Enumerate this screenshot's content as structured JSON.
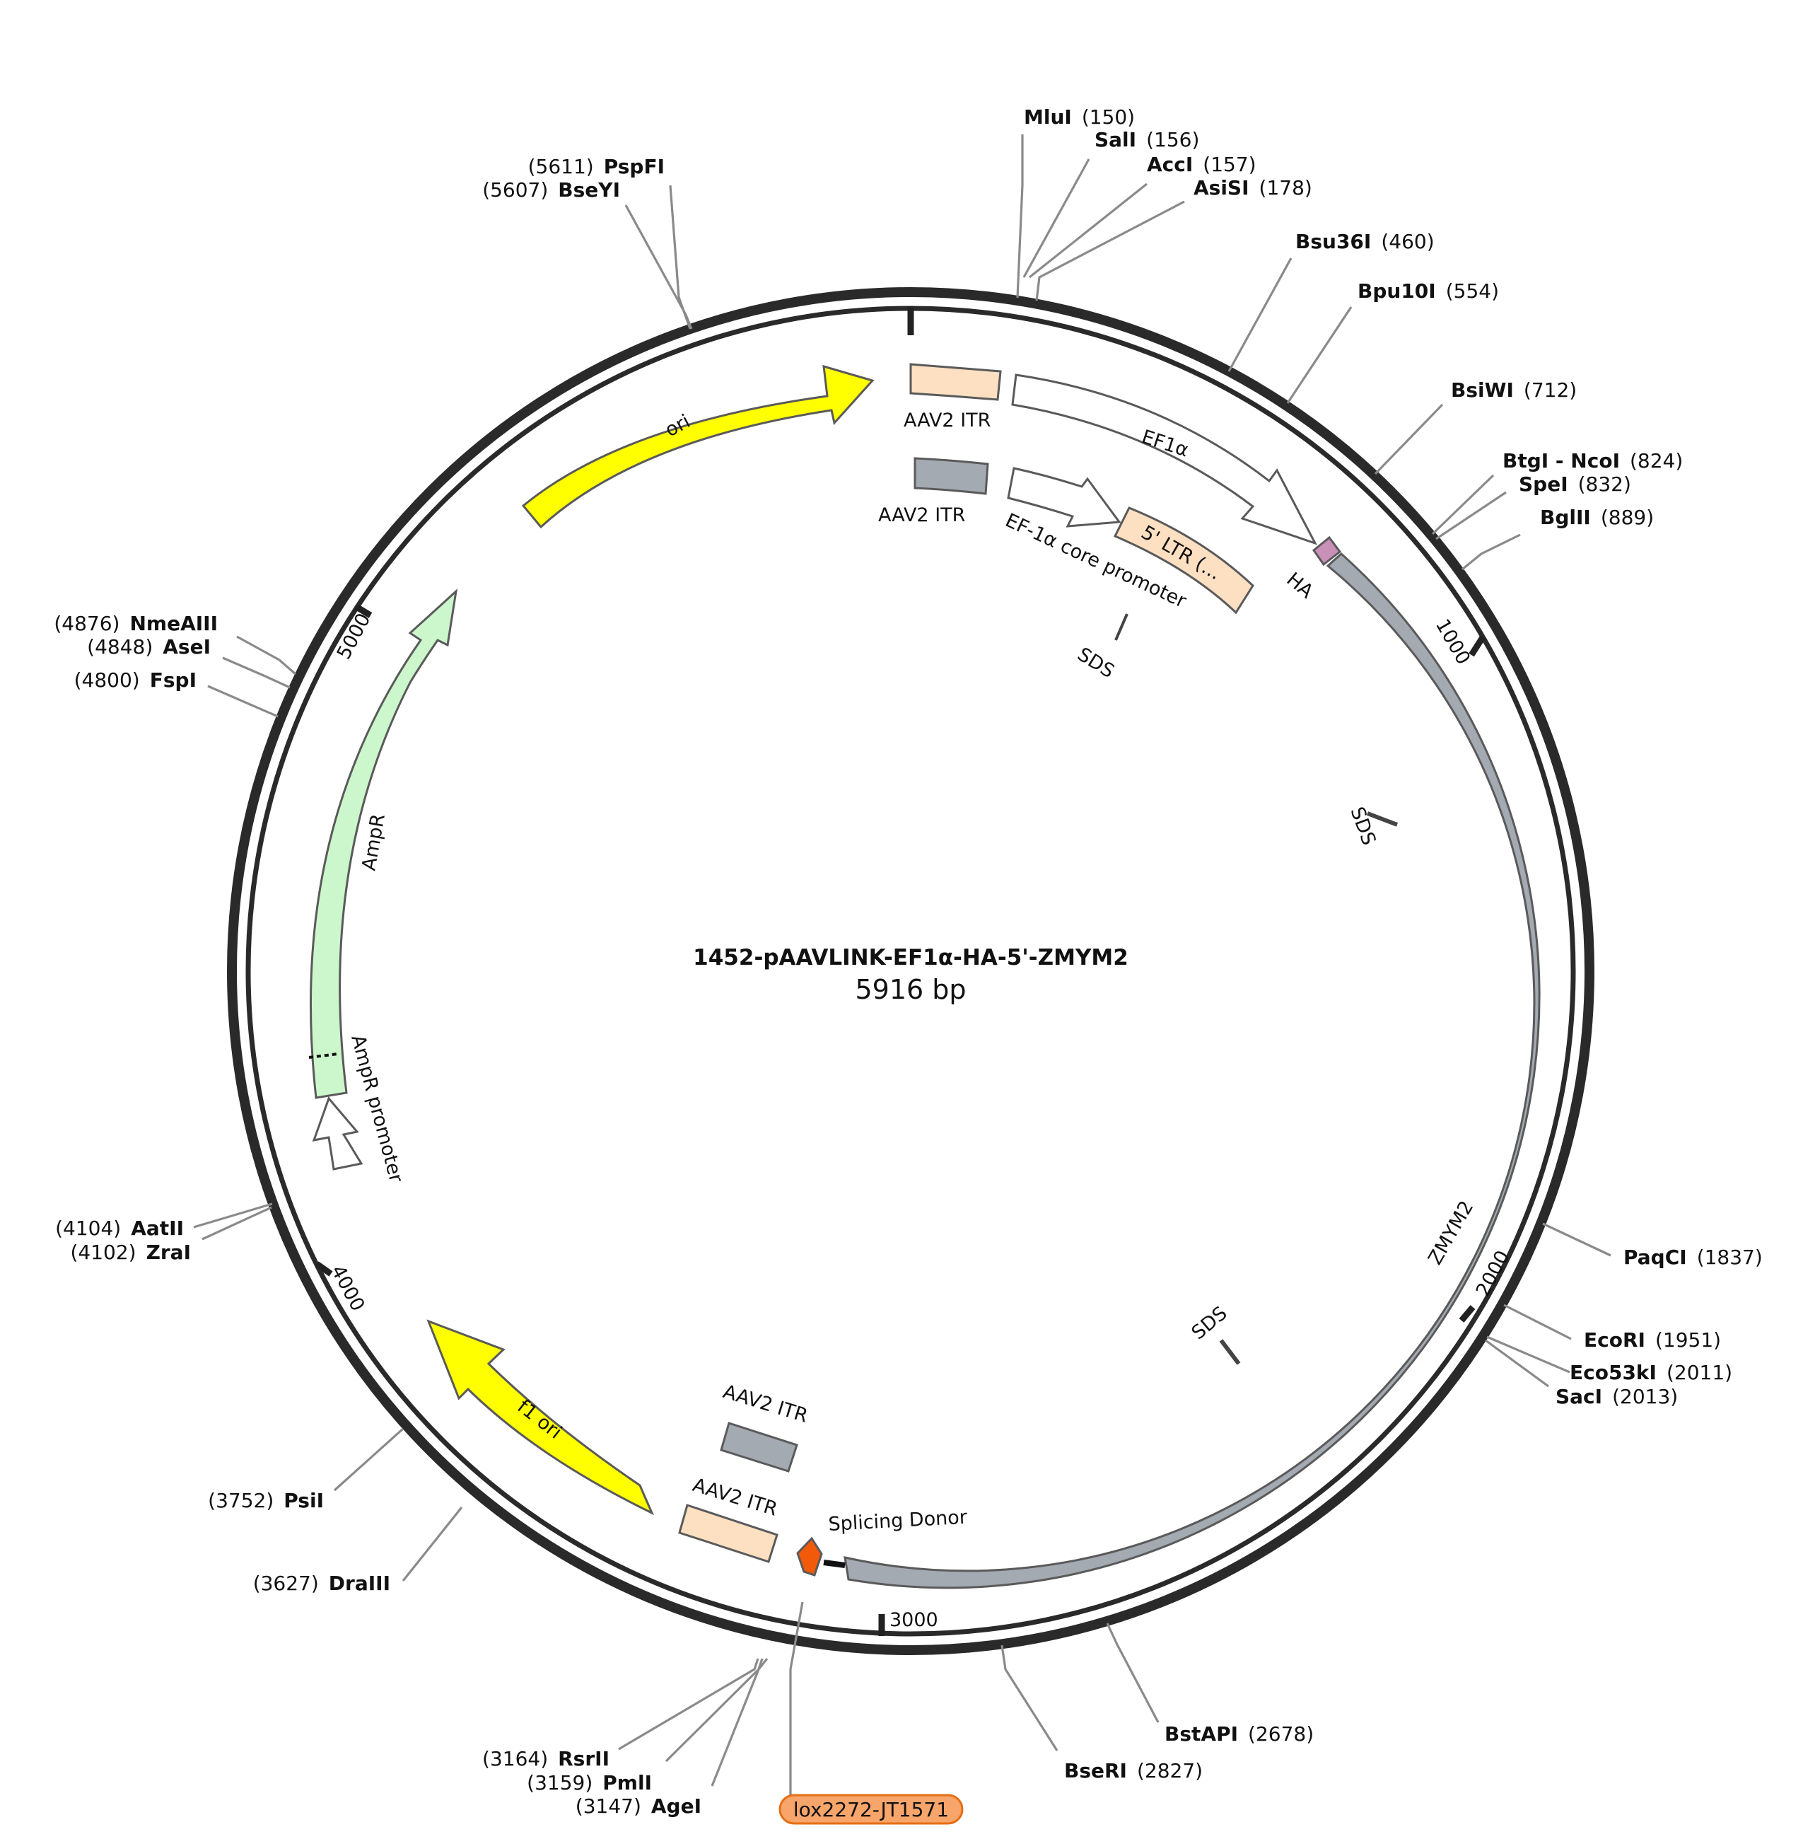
{
  "plasmid": {
    "name": "1452-pAAVLINK-EF1α-HA-5'-ZMYM2",
    "length_label": "5916 bp",
    "length_bp": 5916
  },
  "ticks": [
    {
      "bp": 0,
      "label": ""
    },
    {
      "bp": 1000,
      "label": "1000"
    },
    {
      "bp": 2000,
      "label": "2000"
    },
    {
      "bp": 3000,
      "label": "3000"
    },
    {
      "bp": 4000,
      "label": "4000"
    },
    {
      "bp": 5000,
      "label": "5000"
    }
  ],
  "colors": {
    "backbone": "#2a2a2a",
    "ori": "#ffff00",
    "f1_ori": "#ffff00",
    "AmpR": "#ccf7cc",
    "promoter_outline": "#ffffff",
    "ITR_peach": "#fde0c2",
    "ITR_gray": "#a4aab2",
    "ZMYM2": "#a4aab2",
    "HA": "#c990b8",
    "splicing_donor": "#f25a0a",
    "lox_tag": "#f7a56a",
    "lox_tag_border": "#e66e14"
  },
  "features": [
    {
      "name": "EF1α",
      "shape": "open-arrow"
    },
    {
      "name": "HA",
      "shape": "arrow"
    },
    {
      "name": "ZMYM2",
      "shape": "block"
    },
    {
      "name": "Splicing Donor",
      "shape": "arrow"
    },
    {
      "name": "f1 ori",
      "shape": "arrow"
    },
    {
      "name": "AmpR promoter",
      "shape": "open-arrow"
    },
    {
      "name": "AmpR",
      "shape": "arrow"
    },
    {
      "name": "ori",
      "shape": "arrow"
    },
    {
      "name": "AAV2 ITR",
      "shape": "block",
      "position": "outer-top"
    },
    {
      "name": "AAV2 ITR",
      "shape": "block",
      "position": "inner-top"
    },
    {
      "name": "EF-1α core promoter",
      "shape": "open-arrow"
    },
    {
      "name": "5' LTR (...",
      "shape": "block"
    },
    {
      "name": "AAV2 ITR",
      "shape": "block",
      "position": "outer-bottom"
    },
    {
      "name": "AAV2 ITR",
      "shape": "block",
      "position": "inner-bottom"
    },
    {
      "name": "SDS",
      "shape": "site"
    },
    {
      "name": "SDS",
      "shape": "site"
    },
    {
      "name": "SDS",
      "shape": "site"
    }
  ],
  "restriction_sites": [
    {
      "name": "MluI",
      "pos": "(150)"
    },
    {
      "name": "SalI",
      "pos": "(156)"
    },
    {
      "name": "AccI",
      "pos": "(157)"
    },
    {
      "name": "AsiSI",
      "pos": "(178)"
    },
    {
      "name": "Bsu36I",
      "pos": "(460)"
    },
    {
      "name": "Bpu10I",
      "pos": "(554)"
    },
    {
      "name": "BsiWI",
      "pos": "(712)"
    },
    {
      "name": "BtgI - NcoI",
      "pos": "(824)"
    },
    {
      "name": "SpeI",
      "pos": "(832)"
    },
    {
      "name": "BglII",
      "pos": "(889)"
    },
    {
      "name": "PaqCI",
      "pos": "(1837)"
    },
    {
      "name": "EcoRI",
      "pos": "(1951)"
    },
    {
      "name": "Eco53kI",
      "pos": "(2011)"
    },
    {
      "name": "SacI",
      "pos": "(2013)"
    },
    {
      "name": "BstAPI",
      "pos": "(2678)"
    },
    {
      "name": "BseRI",
      "pos": "(2827)"
    },
    {
      "name": "AgeI",
      "pos": "(3147)"
    },
    {
      "name": "PmlI",
      "pos": "(3159)"
    },
    {
      "name": "RsrII",
      "pos": "(3164)"
    },
    {
      "name": "DraIII",
      "pos": "(3627)"
    },
    {
      "name": "PsiI",
      "pos": "(3752)"
    },
    {
      "name": "ZraI",
      "pos": "(4102)"
    },
    {
      "name": "AatII",
      "pos": "(4104)"
    },
    {
      "name": "FspI",
      "pos": "(4800)"
    },
    {
      "name": "AseI",
      "pos": "(4848)"
    },
    {
      "name": "NmeAIII",
      "pos": "(4876)"
    },
    {
      "name": "BseYI",
      "pos": "(5607)"
    },
    {
      "name": "PspFI",
      "pos": "(5611)"
    }
  ],
  "primer_tag": {
    "label": "lox2272-JT1571"
  }
}
